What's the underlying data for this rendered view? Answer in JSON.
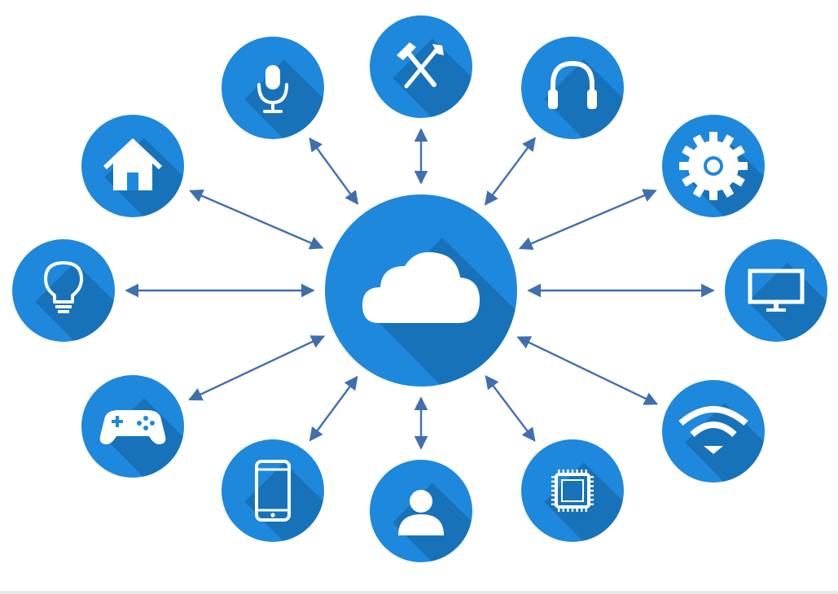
{
  "colors": {
    "circle": "#1e88dc",
    "circle_shadow": "#12619f",
    "glyph": "#ffffff",
    "arrow": "#3f6fae",
    "background": "#ffffff"
  },
  "hub": {
    "icon": "cloud-icon"
  },
  "nodes": [
    {
      "id": "microphone",
      "icon": "microphone-icon"
    },
    {
      "id": "tools",
      "icon": "tools-icon"
    },
    {
      "id": "headphones",
      "icon": "headphones-icon"
    },
    {
      "id": "gear",
      "icon": "gear-icon"
    },
    {
      "id": "monitor",
      "icon": "monitor-icon"
    },
    {
      "id": "wifi",
      "icon": "wifi-icon"
    },
    {
      "id": "chip",
      "icon": "chip-icon"
    },
    {
      "id": "user",
      "icon": "user-icon"
    },
    {
      "id": "smartphone",
      "icon": "smartphone-icon"
    },
    {
      "id": "gamepad",
      "icon": "gamepad-icon"
    },
    {
      "id": "lightbulb",
      "icon": "lightbulb-icon"
    },
    {
      "id": "home",
      "icon": "home-icon"
    }
  ]
}
